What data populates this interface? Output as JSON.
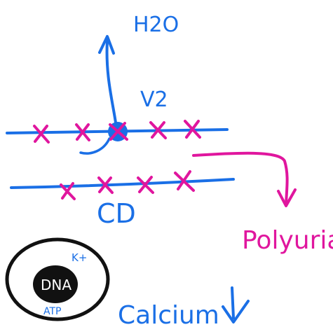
{
  "colors": {
    "blue": "#1a6fe6",
    "magenta": "#e0169e",
    "black": "#111111",
    "white": "#ffffff"
  },
  "labels": {
    "water": "H2O",
    "receptor": "V2",
    "duct": "CD",
    "outcome": "Polyuria",
    "nucleus": "DNA",
    "ion": "K+",
    "energy": "ATP",
    "calcium": "Calcium"
  }
}
